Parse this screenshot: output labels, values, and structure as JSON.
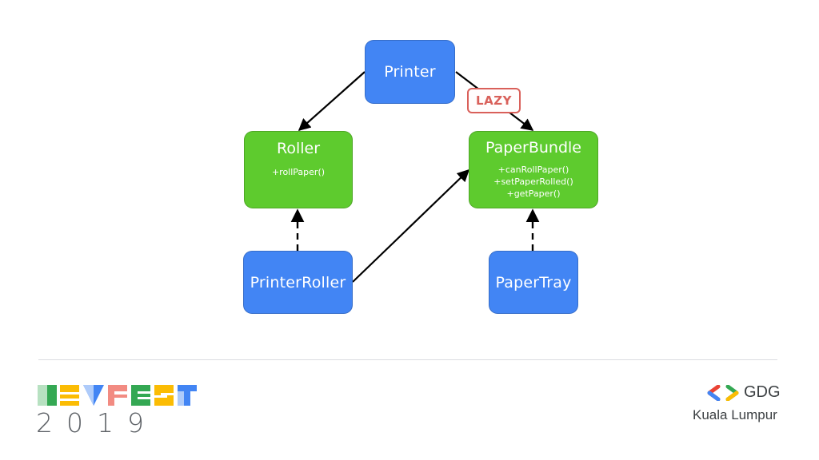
{
  "diagram": {
    "nodes": {
      "printer": {
        "title": "Printer",
        "color": "#4285f4"
      },
      "roller": {
        "title": "Roller",
        "methods": [
          "+rollPaper()"
        ],
        "color": "#5ecb2e"
      },
      "paper_bundle": {
        "title": "PaperBundle",
        "methods": [
          "+canRollPaper()",
          "+setPaperRolled()",
          "+getPaper()"
        ],
        "color": "#5ecb2e"
      },
      "printer_roller": {
        "title": "PrinterRoller",
        "color": "#4285f4"
      },
      "paper_tray": {
        "title": "PaperTray",
        "color": "#4285f4"
      }
    },
    "edges": [
      {
        "from": "Printer",
        "to": "Roller",
        "style": "solid"
      },
      {
        "from": "Printer",
        "to": "PaperBundle",
        "style": "solid",
        "label": "LAZY"
      },
      {
        "from": "PrinterRoller",
        "to": "Roller",
        "style": "dashed"
      },
      {
        "from": "PrinterRoller",
        "to": "PaperBundle",
        "style": "solid"
      },
      {
        "from": "PaperTray",
        "to": "PaperBundle",
        "style": "dashed"
      }
    ],
    "lazy_label": "LAZY",
    "lazy_color": "#d9605a"
  },
  "footer": {
    "event_logo": "DEVFEST",
    "event_year": "2019",
    "org_name": "GDG",
    "org_city": "Kuala Lumpur"
  }
}
